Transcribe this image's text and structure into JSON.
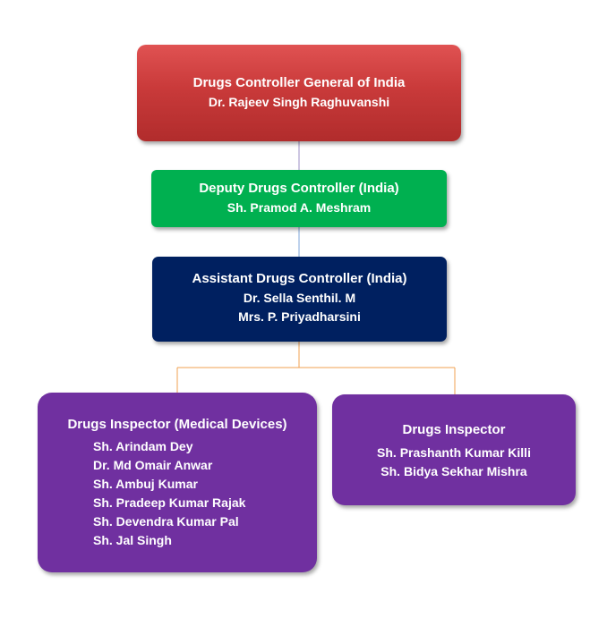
{
  "org_chart": {
    "dcgi": {
      "title": "Drugs Controller General of India",
      "members": [
        "Dr. Rajeev  Singh Raghuvanshi"
      ]
    },
    "deputy": {
      "title": "Deputy Drugs Controller (India)",
      "members": [
        "Sh.  Pramod A. Meshram"
      ]
    },
    "assistant": {
      "title": "Assistant Drugs Controller (India)",
      "members": [
        "Dr. Sella Senthil. M",
        "Mrs. P. Priyadharsini"
      ]
    },
    "inspector_medical_devices": {
      "title": "Drugs Inspector (Medical Devices)",
      "members": [
        "Sh. Arindam Dey",
        "Dr. Md Omair Anwar",
        "Sh. Ambuj Kumar",
        "Sh. Pradeep Kumar Rajak",
        "Sh. Devendra Kumar Pal",
        "Sh. Jal Singh"
      ]
    },
    "inspector": {
      "title": "Drugs Inspector",
      "members": [
        "Sh. Prashanth Kumar Killi",
        "Sh. Bidya Sekhar Mishra"
      ]
    }
  },
  "colors": {
    "dcgi_box": "#c93a3a",
    "deputy_box": "#00b050",
    "assistant_box": "#002060",
    "inspector_box": "#7030a0",
    "connector_top": "#9b8ec4",
    "connector_mid": "#7ea6d9",
    "connector_bottom": "#f0a050"
  }
}
